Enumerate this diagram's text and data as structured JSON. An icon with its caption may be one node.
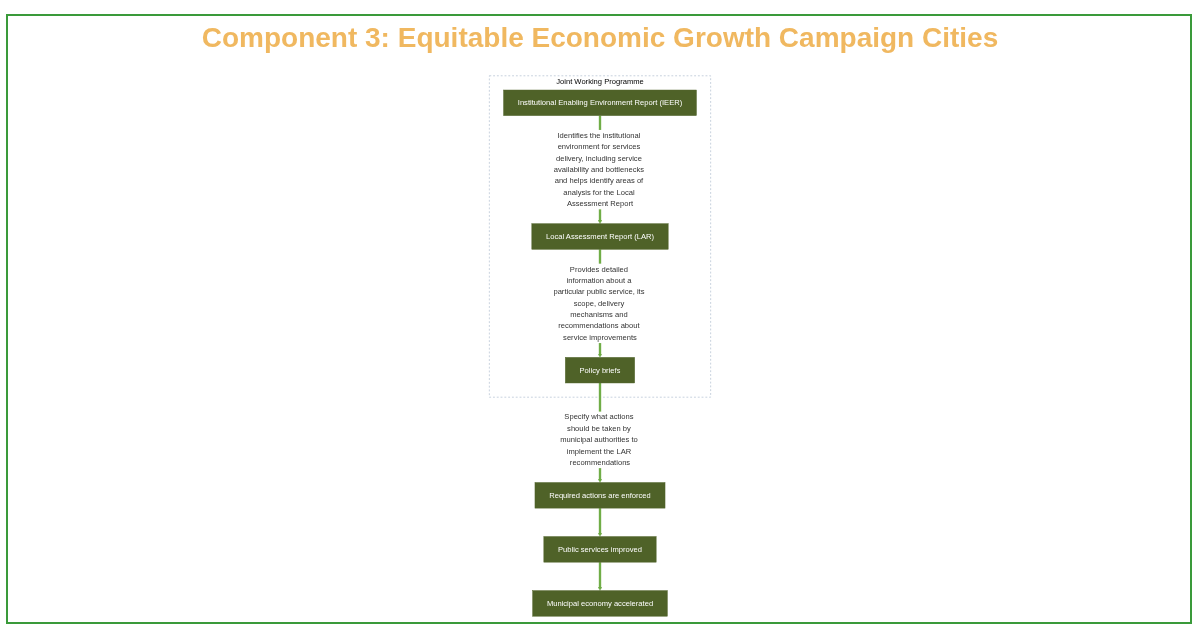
{
  "diagram": {
    "title": "Component 3: Equitable Economic Growth Campaign Cities",
    "nodes": [
      {
        "text": [
          "Joint Working Programme"
        ]
      },
      {
        "text": [
          "Institutional Enabling Environment Report (IEER)"
        ],
        "in": 0
      },
      {
        "text": [
          "Local Assessment Report (LAR)"
        ],
        "in": 0
      },
      {
        "text": [
          "Policy briefs"
        ],
        "in": 0
      },
      {
        "text": [
          "Required actions are enforced"
        ]
      },
      {
        "text": [
          "Public services improved"
        ]
      },
      {
        "text": [
          "Municipal economy accelerated"
        ]
      }
    ],
    "edges": [
      {
        "from": 1,
        "to": 2,
        "arrow": "to",
        "label": "Identifies the institutional environment for services delivery, including service availability and bottlenecks and helps identify areas of analysis for the Local Assessment Report"
      },
      {
        "from": 2,
        "to": 3,
        "arrow": "to",
        "label": "Provides detailed information about a particular public service, its scope, delivery mechanisms and recommendations about service improvements"
      },
      {
        "from": 3,
        "to": 4,
        "arrow": "to",
        "label": "Specify what actions should be taken by municipal authorities to implement the LAR recommendations"
      },
      {
        "from": 4,
        "to": 5,
        "arrow": "to"
      },
      {
        "from": 5,
        "to": 6,
        "arrow": "to"
      }
    ]
  }
}
